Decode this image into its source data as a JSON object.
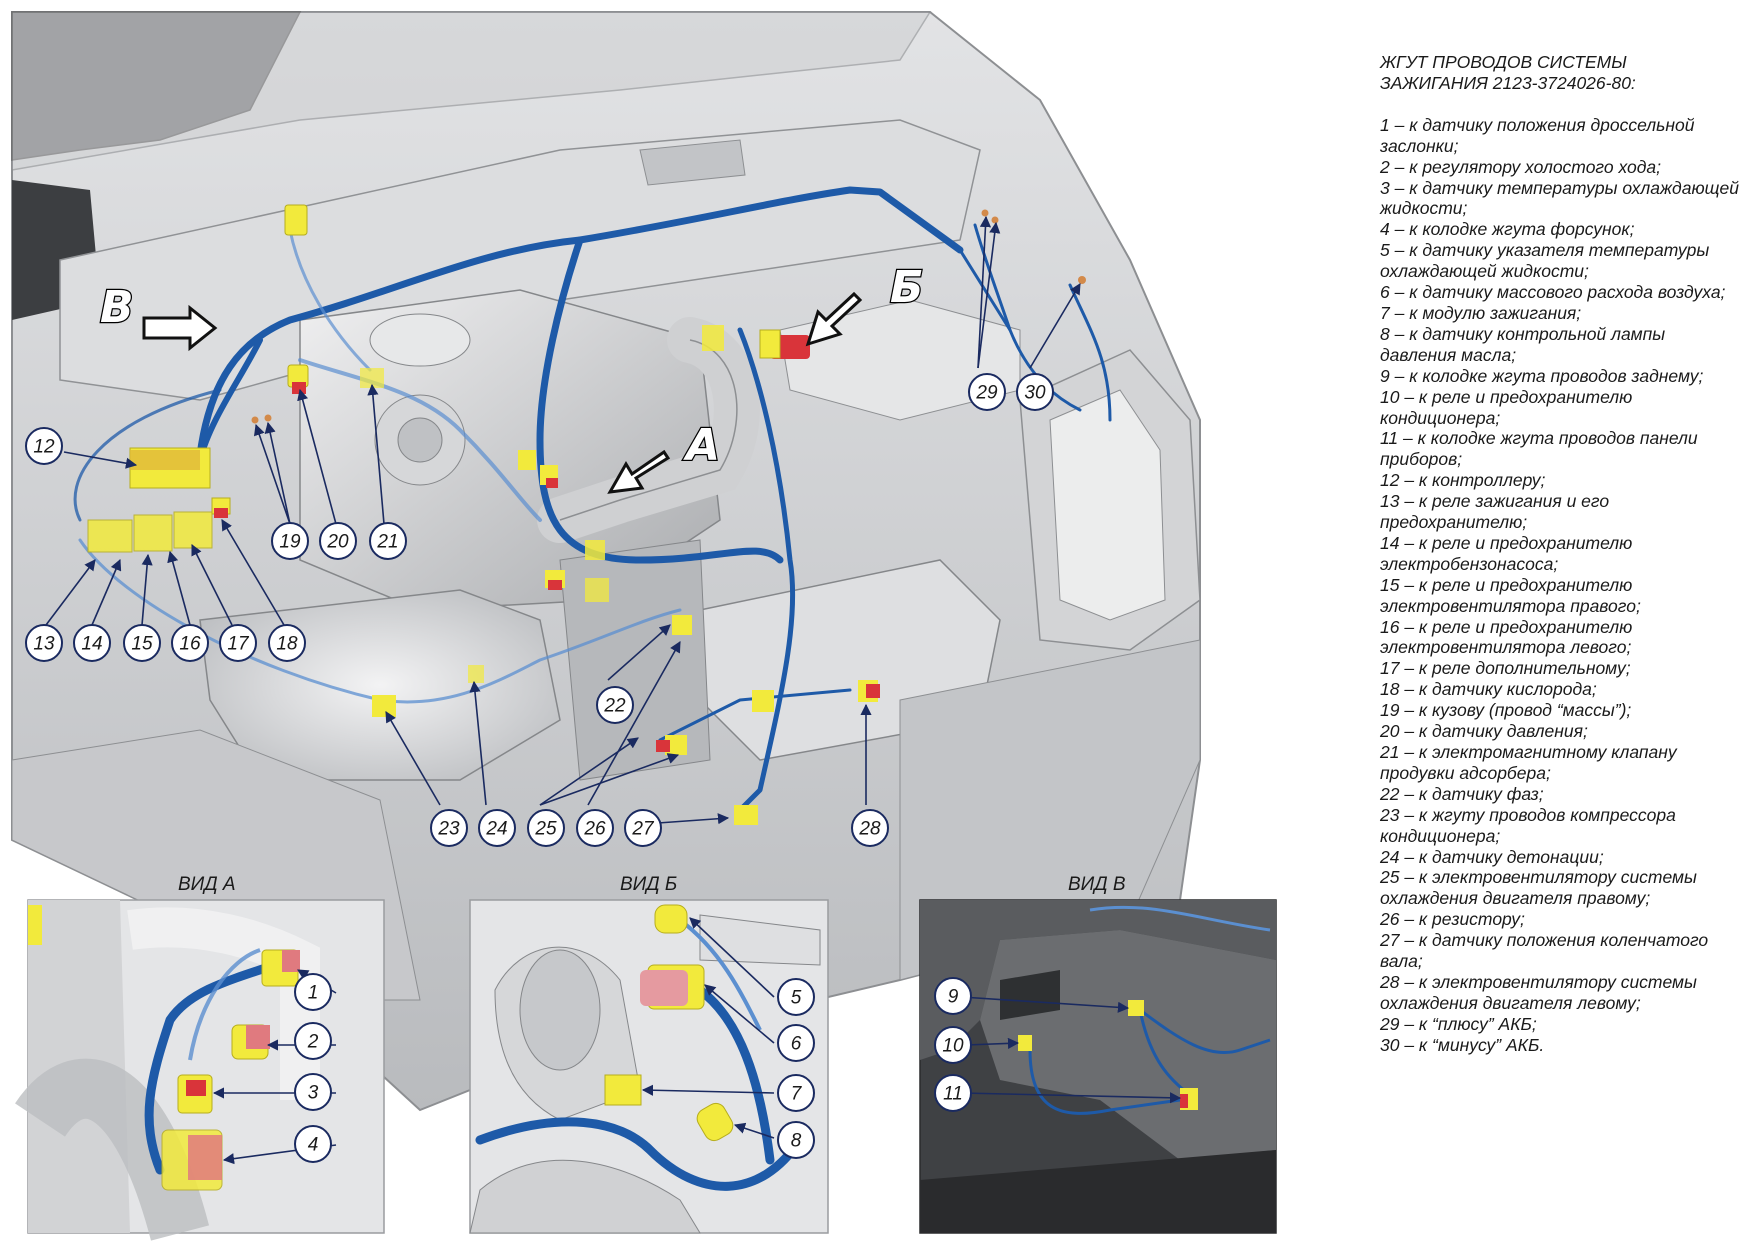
{
  "legend": {
    "title_line1": "ЖГУТ ПРОВОДОВ СИСТЕМЫ",
    "title_line2": "ЗАЖИГАНИЯ 2123-3724026-80:",
    "items": [
      "1 – к датчику положения дроссельной заслонки;",
      "2 – к регулятору холостого хода;",
      "3 – к датчику температуры охлаждающей жидкости;",
      "4 – к колодке жгута форсунок;",
      "5 – к датчику указателя температуры охлаждающей жидкости;",
      "6 – к датчику массового расхода воздуха;",
      "7 – к модулю зажигания;",
      "8 – к датчику контрольной лампы давления масла;",
      "9 – к колодке жгута проводов заднему;",
      "10 – к реле и предохранителю кондиционера;",
      "11 – к колодке жгута проводов панели приборов;",
      "12 – к контроллеру;",
      "13 – к реле зажигания и его предохранителю;",
      "14 – к реле и предохранителю электробензонасоса;",
      "15 – к реле и предохранителю электровентилятора правого;",
      "16 – к реле и предохранителю электровентилятора левого;",
      "17 – к реле дополнительному;",
      "18 – к датчику кислорода;",
      "19 – к кузову (провод “массы”);",
      "20 – к датчику давления;",
      "21 – к электромагнитному клапану продувки адсорбера;",
      "22 – к датчику фаз;",
      "23 – к жгуту проводов компрессора кондиционера;",
      "24 – к датчику детонации;",
      "25 – к электровентилятору системы охлаждения двигателя правому;",
      "26 – к резистору;",
      "27 – к датчику положения коленчатого вала;",
      "28 – к электровентилятору системы охлаждения двигателя левому;",
      "29 – к “плюсу” АКБ;",
      "30 – к “минусу” АКБ."
    ]
  },
  "views": {
    "a": "ВИД А",
    "b": "ВИД Б",
    "v": "ВИД В"
  },
  "arrow_letters": {
    "a": "А",
    "b": "Б",
    "v": "В"
  },
  "callouts": {
    "n1": "1",
    "n2": "2",
    "n3": "3",
    "n4": "4",
    "n5": "5",
    "n6": "6",
    "n7": "7",
    "n8": "8",
    "n9": "9",
    "n10": "10",
    "n11": "11",
    "n12": "12",
    "n13": "13",
    "n14": "14",
    "n15": "15",
    "n16": "16",
    "n17": "17",
    "n18": "18",
    "n19": "19",
    "n20": "20",
    "n21": "21",
    "n22": "22",
    "n23": "23",
    "n24": "24",
    "n25": "25",
    "n26": "26",
    "n27": "27",
    "n28": "28",
    "n29": "29",
    "n30": "30"
  },
  "colors": {
    "harness": "#1e5aa8",
    "connector_yellow": "#f2ea3c",
    "connector_red": "#d9343a",
    "body_gray": "#c9cacc"
  }
}
